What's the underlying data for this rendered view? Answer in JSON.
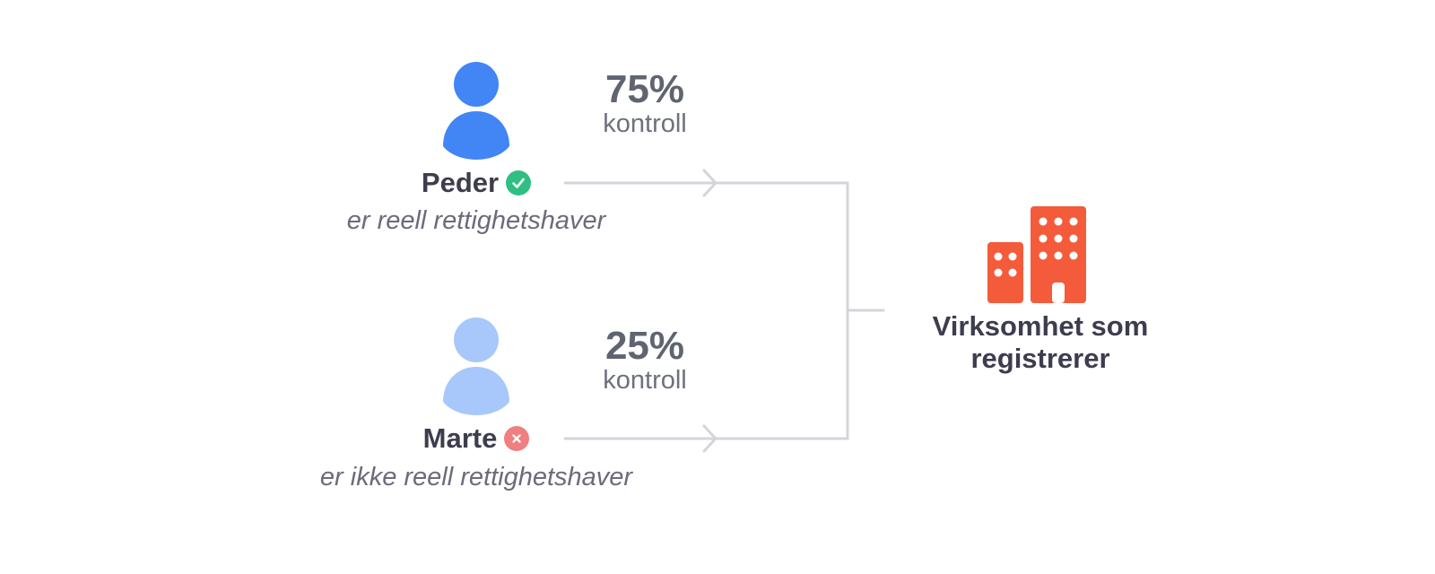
{
  "owners": [
    {
      "name": "Peder",
      "status": "check",
      "status_icon": "check-circle-icon",
      "status_color": "#2fbf82",
      "role": "er reell rettighetshaver",
      "icon_color": "#4285f4",
      "control_value": "75%",
      "control_label": "kontroll"
    },
    {
      "name": "Marte",
      "status": "cross",
      "status_icon": "x-circle-icon",
      "status_color": "#f07f7f",
      "role": "er ikke reell rettighetshaver",
      "icon_color": "#a8c8fb",
      "control_value": "25%",
      "control_label": "kontroll"
    }
  ],
  "company": {
    "label_line1": "Virksomhet som",
    "label_line2": "registrerer",
    "icon": "building-icon",
    "icon_color": "#f45b3b"
  },
  "colors": {
    "connector": "#d3d5db",
    "name_text": "#3d3d4e",
    "role_text": "#6b6b7b"
  }
}
